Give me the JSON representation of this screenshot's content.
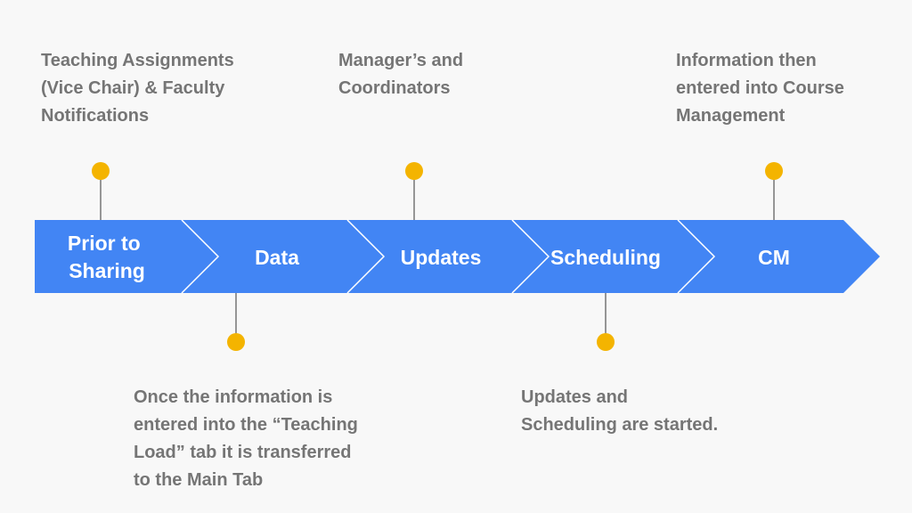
{
  "stages": [
    {
      "id": "prior",
      "lines": [
        "Prior to",
        "Sharing"
      ]
    },
    {
      "id": "data",
      "lines": [
        "Data"
      ]
    },
    {
      "id": "updates",
      "lines": [
        "Updates"
      ]
    },
    {
      "id": "scheduling",
      "lines": [
        "Scheduling"
      ]
    },
    {
      "id": "cm",
      "lines": [
        "CM"
      ]
    }
  ],
  "notes": {
    "top_1": [
      "Teaching Assignments",
      "(Vice Chair) & Faculty",
      "Notifications"
    ],
    "top_2": [
      "Manager’s and",
      "Coordinators"
    ],
    "top_3": [
      "Information then",
      "entered into Course",
      "Management"
    ],
    "bottom_1": [
      "Once the information is",
      "entered into the “Teaching",
      "Load” tab it is transferred",
      "to the Main Tab"
    ],
    "bottom_2": [
      "Updates and",
      "Scheduling are started."
    ]
  },
  "colors": {
    "arrow_fill": "#4285f4",
    "separator": "#ffffff",
    "connector": "#555555",
    "marker": "#f4b400",
    "note_text": "#757575",
    "background": "#f8f8f8"
  }
}
